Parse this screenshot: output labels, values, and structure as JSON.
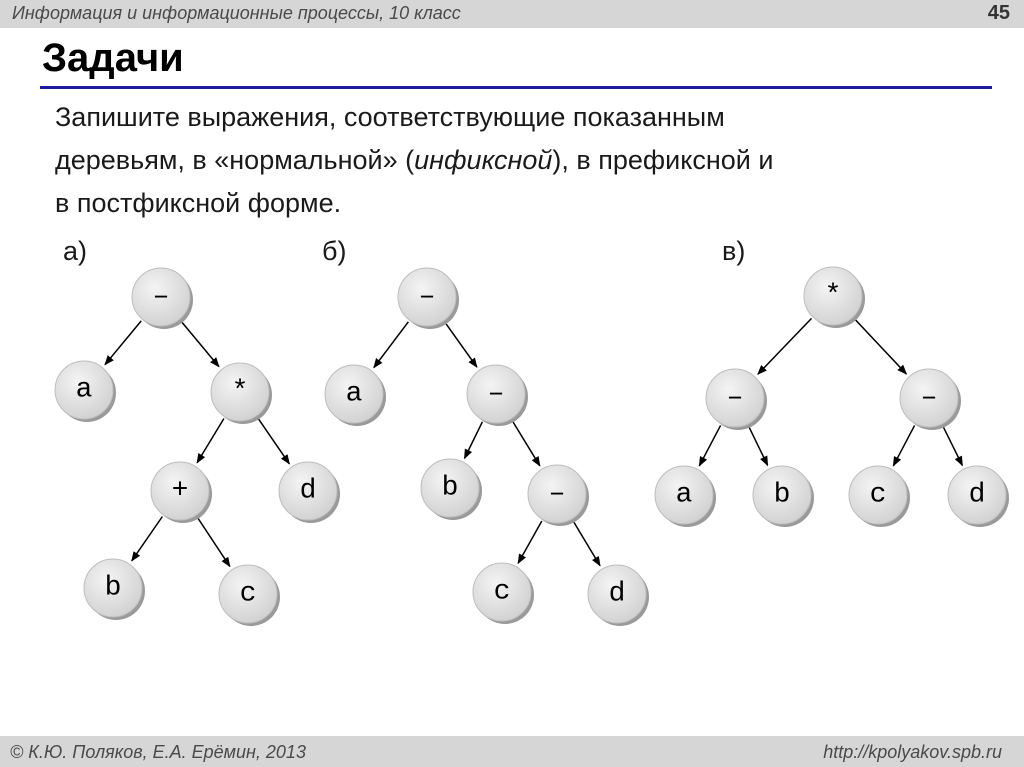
{
  "header": {
    "course": "Информация и информационные процессы, 10 класс",
    "page_number": "45"
  },
  "title": "Задачи",
  "task": {
    "line1": "Запишите выражения, соответствующие показанным",
    "line2_a": "деревьям, в «нормальной» (",
    "line2_italic": "инфиксной",
    "line2_b": "), в префиксной и",
    "line3": "в постфиксной форме."
  },
  "trees": [
    {
      "label": "а)",
      "nodes": [
        {
          "id": "a1",
          "text": "–"
        },
        {
          "id": "a2",
          "text": "a"
        },
        {
          "id": "a3",
          "text": "*"
        },
        {
          "id": "a4",
          "text": "+"
        },
        {
          "id": "a5",
          "text": "d"
        },
        {
          "id": "a6",
          "text": "b"
        },
        {
          "id": "a7",
          "text": "c"
        }
      ],
      "edges": [
        [
          "a1",
          "a2"
        ],
        [
          "a1",
          "a3"
        ],
        [
          "a3",
          "a4"
        ],
        [
          "a3",
          "a5"
        ],
        [
          "a4",
          "a6"
        ],
        [
          "a4",
          "a7"
        ]
      ]
    },
    {
      "label": "б)",
      "nodes": [
        {
          "id": "b1",
          "text": "–"
        },
        {
          "id": "b2",
          "text": "a"
        },
        {
          "id": "b3",
          "text": "–"
        },
        {
          "id": "b4",
          "text": "b"
        },
        {
          "id": "b5",
          "text": "–"
        },
        {
          "id": "b6",
          "text": "c"
        },
        {
          "id": "b7",
          "text": "d"
        }
      ],
      "edges": [
        [
          "b1",
          "b2"
        ],
        [
          "b1",
          "b3"
        ],
        [
          "b3",
          "b4"
        ],
        [
          "b3",
          "b5"
        ],
        [
          "b5",
          "b6"
        ],
        [
          "b5",
          "b7"
        ]
      ]
    },
    {
      "label": "в)",
      "nodes": [
        {
          "id": "c1",
          "text": "*"
        },
        {
          "id": "c2",
          "text": "–"
        },
        {
          "id": "c3",
          "text": "–"
        },
        {
          "id": "c4",
          "text": "a"
        },
        {
          "id": "c5",
          "text": "b"
        },
        {
          "id": "c6",
          "text": "c"
        },
        {
          "id": "c7",
          "text": "d"
        }
      ],
      "edges": [
        [
          "c1",
          "c2"
        ],
        [
          "c1",
          "c3"
        ],
        [
          "c2",
          "c4"
        ],
        [
          "c2",
          "c5"
        ],
        [
          "c3",
          "c6"
        ],
        [
          "c3",
          "c7"
        ]
      ]
    }
  ],
  "footer": {
    "authors": "© К.Ю. Поляков, Е.А. Ерёмин, 2013",
    "url": "http://kpolyakov.spb.ru"
  }
}
